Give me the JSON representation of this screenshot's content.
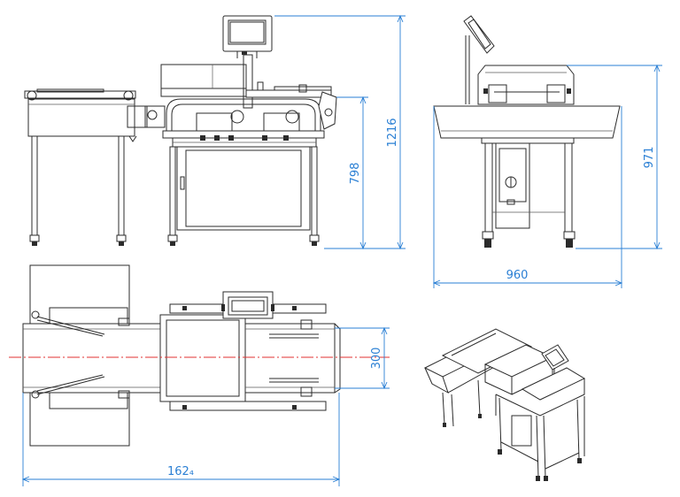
{
  "colors": {
    "dimension": "#2a7fd4",
    "centerline": "#e03030",
    "outline": "#2b2b2b"
  },
  "dimensions": {
    "front_total_height": "1216",
    "front_conveyor_height": "798",
    "side_height": "971",
    "side_width": "960",
    "top_conveyor_width": "300",
    "top_total_length": "162₄"
  }
}
